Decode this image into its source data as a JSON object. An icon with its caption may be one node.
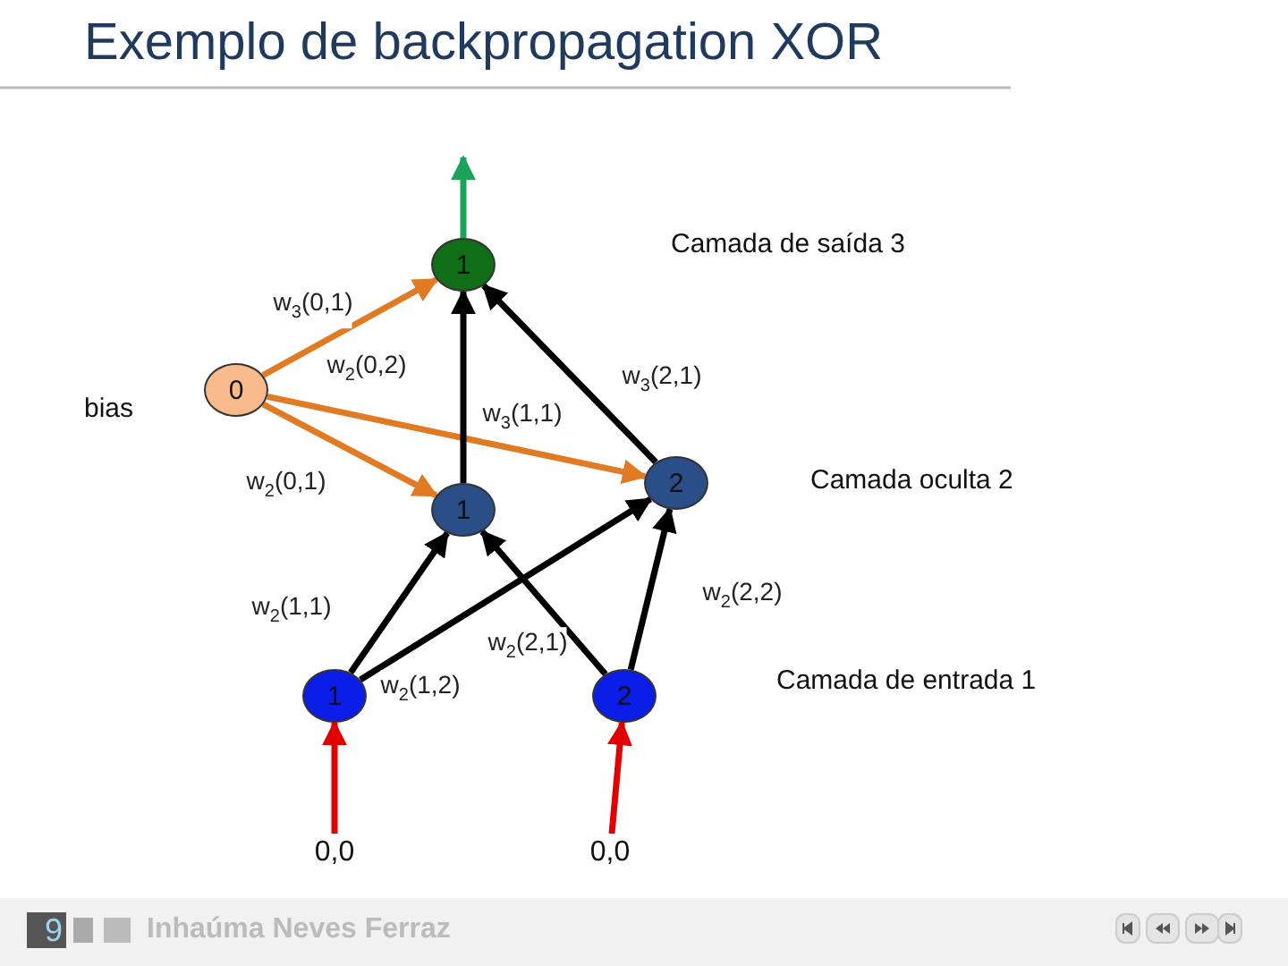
{
  "diagram": {
    "title": "Exemplo de backpropagation XOR",
    "nodes": [
      {
        "text": [
          "1"
        ]
      },
      {
        "text": [
          "0"
        ],
        "beside": [
          "bias"
        ]
      },
      {
        "text": [
          "1"
        ]
      },
      {
        "text": [
          "2"
        ]
      },
      {
        "text": [
          "1"
        ]
      },
      {
        "text": [
          "2"
        ]
      },
      {
        "text": [
          "0,0"
        ]
      },
      {
        "text": [
          "0,0"
        ]
      }
    ],
    "edges": [
      {
        "from": 0,
        "to": null,
        "arrow": "to",
        "color": "#1ba35a"
      },
      {
        "from": 1,
        "to": 0,
        "arrow": "to",
        "label": "w$_{3}$(0,1)",
        "color": "#e07b24"
      },
      {
        "from": 1,
        "to": 3,
        "arrow": "to",
        "label": "w$_{2}$(0,2)",
        "color": "#e07b24"
      },
      {
        "from": 1,
        "to": 2,
        "arrow": "to",
        "label": "w$_{2}$(0,1)",
        "color": "#e07b24"
      },
      {
        "from": 2,
        "to": 0,
        "arrow": "to",
        "label": "w$_{3}$(1,1)"
      },
      {
        "from": 3,
        "to": 0,
        "arrow": "to",
        "label": "w$_{3}$(2,1)"
      },
      {
        "from": 4,
        "to": 2,
        "arrow": "to",
        "label": "w$_{2}$(1,1)"
      },
      {
        "from": 4,
        "to": 3,
        "arrow": "to",
        "label": "w$_{2}$(1,2)"
      },
      {
        "from": 5,
        "to": 2,
        "arrow": "to",
        "label": "w$_{2}$(2,1)"
      },
      {
        "from": 5,
        "to": 3,
        "arrow": "to",
        "label": "w$_{2}$(2,2)"
      },
      {
        "from": 6,
        "to": 4,
        "arrow": "to",
        "color": "#e00000"
      },
      {
        "from": 7,
        "to": 5,
        "arrow": "to",
        "color": "#e00000"
      }
    ],
    "labels": [
      "Camada de saída 3",
      "Camada oculta  2",
      "Camada de entrada  1",
      "9",
      "Inhaúma Neves Ferraz"
    ]
  }
}
